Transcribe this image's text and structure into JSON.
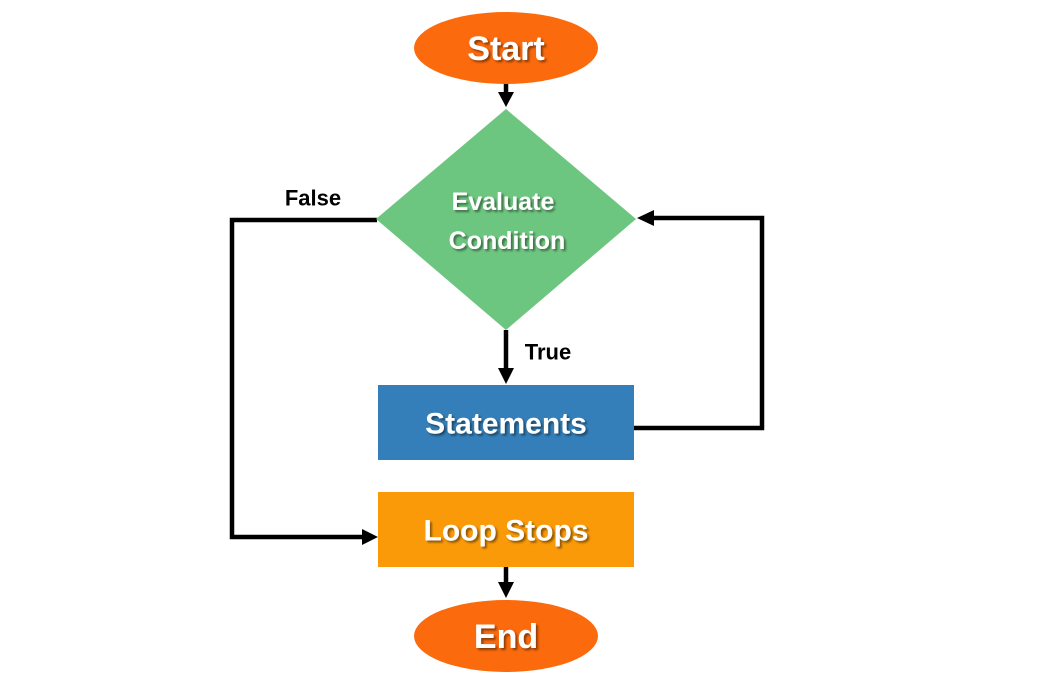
{
  "diagram": {
    "type": "flowchart",
    "nodes": [
      {
        "id": "start",
        "shape": "ellipse",
        "label": "Start",
        "color": "#FB6A0C"
      },
      {
        "id": "condition",
        "shape": "diamond",
        "label_line1": "Evaluate",
        "label_line2": "Condition",
        "color": "#6DC67F"
      },
      {
        "id": "statements",
        "shape": "rectangle",
        "label": "Statements",
        "color": "#347FB9"
      },
      {
        "id": "loop_stops",
        "shape": "rectangle",
        "label": "Loop Stops",
        "color": "#FB9A09"
      },
      {
        "id": "end",
        "shape": "ellipse",
        "label": "End",
        "color": "#FB6A0C"
      }
    ],
    "edges": [
      {
        "from": "start",
        "to": "condition",
        "label": ""
      },
      {
        "from": "condition",
        "to": "statements",
        "label": "True"
      },
      {
        "from": "statements",
        "to": "condition",
        "label": ""
      },
      {
        "from": "condition",
        "to": "loop_stops",
        "label": "False"
      },
      {
        "from": "loop_stops",
        "to": "end",
        "label": ""
      }
    ],
    "edge_labels": {
      "true_label": "True",
      "false_label": "False"
    },
    "line_color": "#000000",
    "background": "#FFFFFF"
  }
}
